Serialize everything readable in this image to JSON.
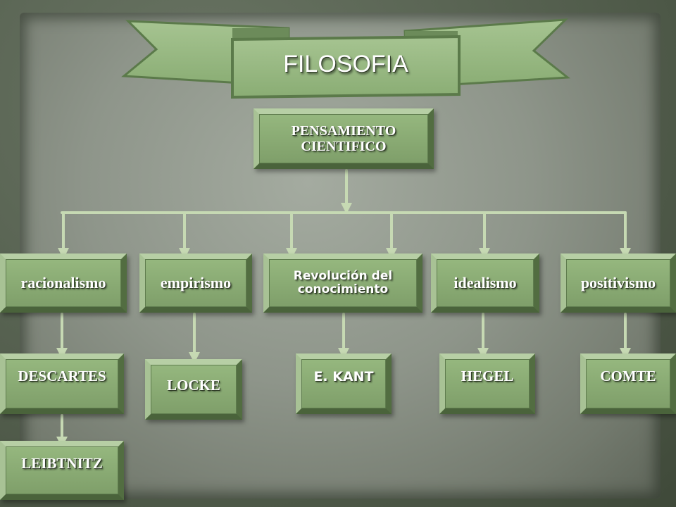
{
  "title": "FILOSOFIA",
  "root": "PENSAMIENTO CIENTIFICO",
  "branches": [
    {
      "label": "racionalismo",
      "children": [
        "DESCARTES",
        "LEIBTNITZ"
      ]
    },
    {
      "label": "empirismo",
      "children": [
        "LOCKE"
      ]
    },
    {
      "label": "Revolución del conocimiento",
      "children": [
        "E. KANT"
      ]
    },
    {
      "label": "idealismo",
      "children": [
        "HEGEL"
      ]
    },
    {
      "label": "positivismo",
      "children": [
        "COMTE"
      ]
    }
  ],
  "colors": {
    "box_fill": "#7f9f6a",
    "box_light": "#b7cfa5",
    "box_dark": "#4a633b",
    "arrow": "#c6d9b3",
    "board": "#98a094",
    "frame": "#4f5a48"
  }
}
